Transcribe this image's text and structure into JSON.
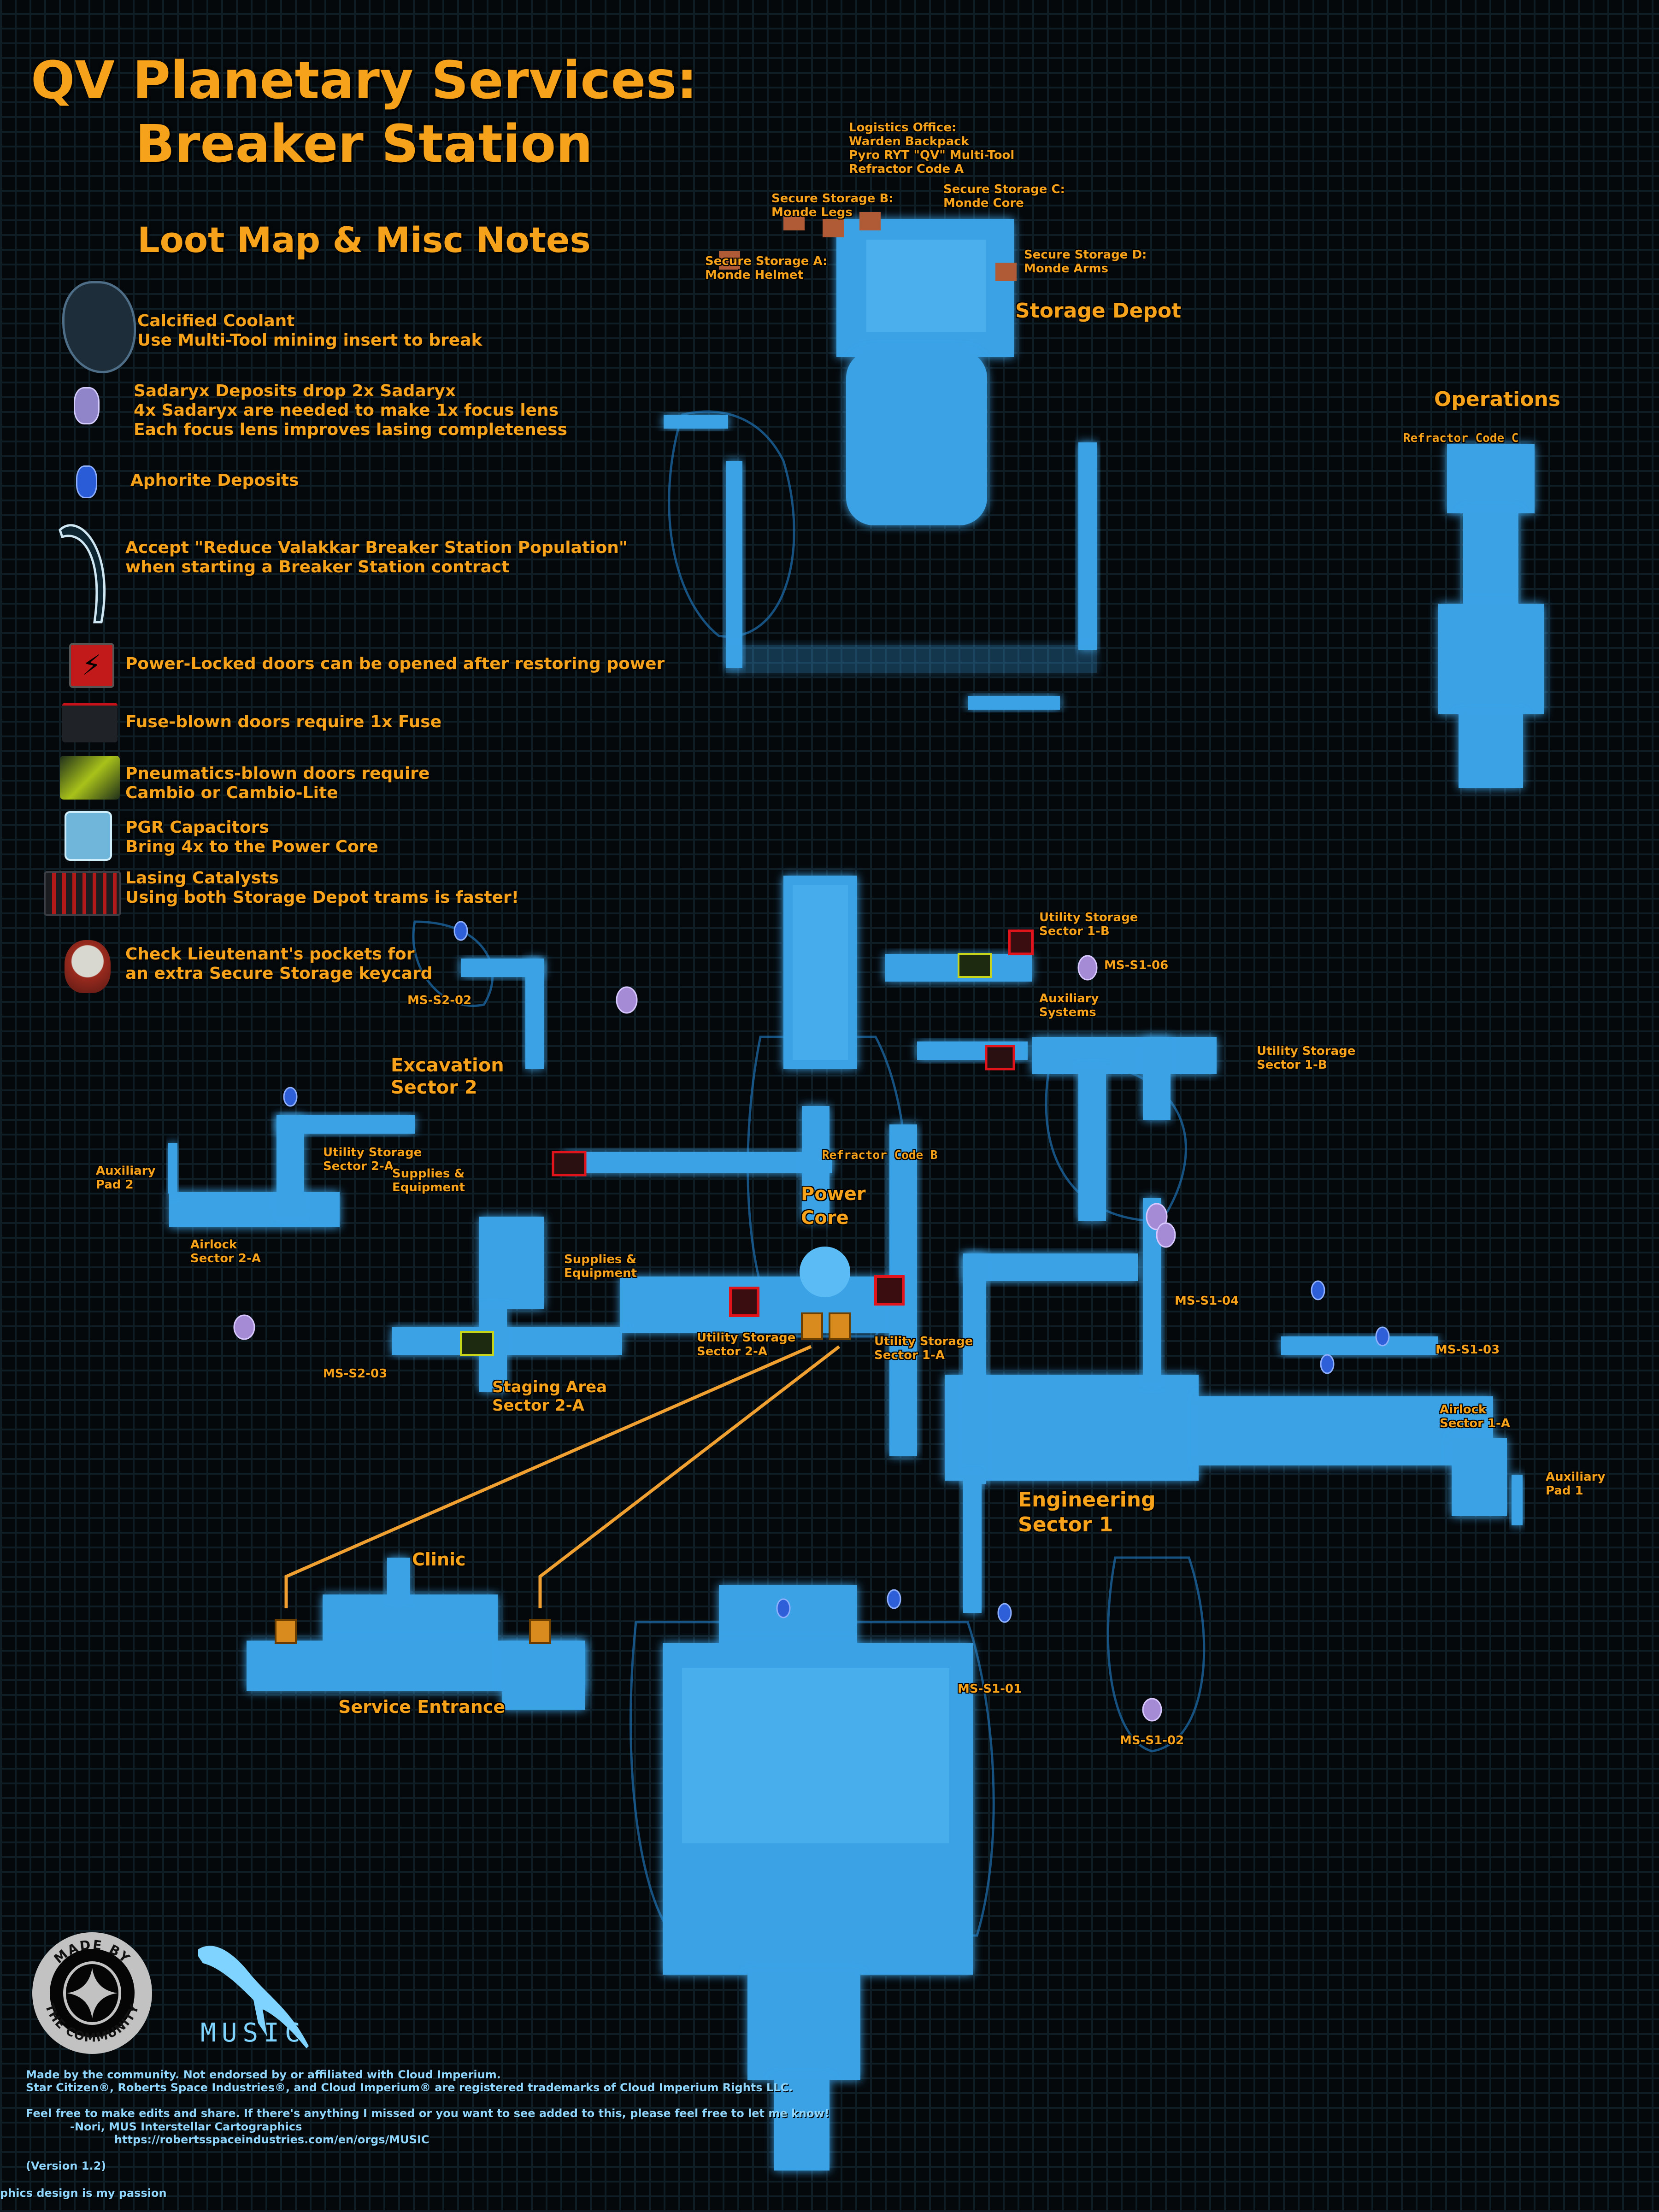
{
  "header": {
    "title_line1": "QV Planetary Services:",
    "title_line2": "Breaker Station",
    "subtitle": "Loot Map & Misc Notes"
  },
  "legend": [
    {
      "icon": "calcified-coolant-icon",
      "text": "Calcified Coolant\nUse Multi-Tool mining insert to break"
    },
    {
      "icon": "sadaryx-deposit-icon",
      "text": "Sadaryx Deposits drop 2x Sadaryx\n4x Sadaryx are needed to make 1x focus lens\nEach focus lens improves lasing completeness"
    },
    {
      "icon": "aphorite-deposit-icon",
      "text": "Aphorite Deposits"
    },
    {
      "icon": "tusk-icon",
      "text": "Accept \"Reduce Valakkar Breaker Station Population\"\nwhen starting a Breaker Station contract"
    },
    {
      "icon": "power-locked-door-icon",
      "text": "Power-Locked doors can be opened after restoring power"
    },
    {
      "icon": "fuse-door-icon",
      "text": "Fuse-blown doors require 1x Fuse"
    },
    {
      "icon": "pneumatics-door-icon",
      "text": "Pneumatics-blown doors require\nCambio or Cambio-Lite"
    },
    {
      "icon": "pgr-capacitor-icon",
      "text": "PGR Capacitors\nBring 4x to the Power Core"
    },
    {
      "icon": "lasing-catalyst-icon",
      "text": "Lasing Catalysts\nUsing both Storage Depot trams is faster!"
    },
    {
      "icon": "lieutenant-helmet-icon",
      "text": "Check Lieutenant's pockets for\nan extra Secure Storage keycard"
    }
  ],
  "map": {
    "labels": {
      "logistics": "Logistics Office:\nWarden Backpack\nPyro RYT \"QV\" Multi-Tool\nRefractor Code A",
      "secure_b": "Secure Storage B:\nMonde Legs",
      "secure_c": "Secure Storage C:\nMonde Core",
      "secure_a": "Secure Storage A:\nMonde Helmet",
      "secure_d": "Secure Storage D:\nMonde Arms",
      "storage_depot": "Storage Depot",
      "operations": "Operations",
      "refractor_c": "Refractor Code C",
      "utility_1b_top": "Utility Storage\nSector 1-B",
      "ms_s1_06": "MS-S1-06",
      "aux_systems": "Auxiliary\nSystems",
      "utility_1b_right": "Utility Storage\nSector 1-B",
      "ms_s2_02": "MS-S2-02",
      "excavation": "Excavation\nSector 2",
      "utility_2a_left": "Utility Storage\nSector 2-A",
      "aux_pad_2": "Auxiliary\nPad 2",
      "supplies_1": "Supplies &\nEquipment",
      "refractor_b": "Refractor Code B",
      "power_core": "Power\nCore",
      "airlock_2a": "Airlock\nSector 2-A",
      "supplies_2": "Supplies &\nEquipment",
      "ms_s1_04": "MS-S1-04",
      "utility_2a_core": "Utility Storage\nSector 2-A",
      "utility_1a_core": "Utility Storage\nSector 1-A",
      "ms_s2_03": "MS-S2-03",
      "ms_s1_03": "MS-S1-03",
      "staging": "Staging Area\nSector 2-A",
      "airlock_1a": "Airlock\nSector 1-A",
      "aux_pad_1": "Auxiliary\nPad 1",
      "engineering": "Engineering\nSector 1",
      "clinic": "Clinic",
      "service_entrance": "Service Entrance",
      "ms_s1_01": "MS-S1-01",
      "ms_s1_02": "MS-S1-02"
    }
  },
  "logos": {
    "community_badge": "MADE BY THE COMMUNITY",
    "org_logo": "MUSIC"
  },
  "footer": {
    "line1": "Made by the community. Not endorsed by or affiliated with Cloud Imperium.",
    "line2": "Star Citizen®, Roberts Space Industries®, and Cloud Imperium® are registered trademarks of Cloud Imperium Rights LLC.",
    "line3": "Feel free to make edits and share. If there's anything I missed or you want to see added to this, please feel free to let me know!",
    "line4": "-Nori, MUS Interstellar Cartographics",
    "line5": "https://robertsspaceindustries.com/en/orgs/MUSIC",
    "version": "(Version 1.2)",
    "tagline": "phics design is my passion"
  },
  "colors": {
    "accent": "#f7a21b",
    "map_blue": "#3aa2e6",
    "footer_text": "#8fd6ff",
    "background": "#04080b"
  }
}
